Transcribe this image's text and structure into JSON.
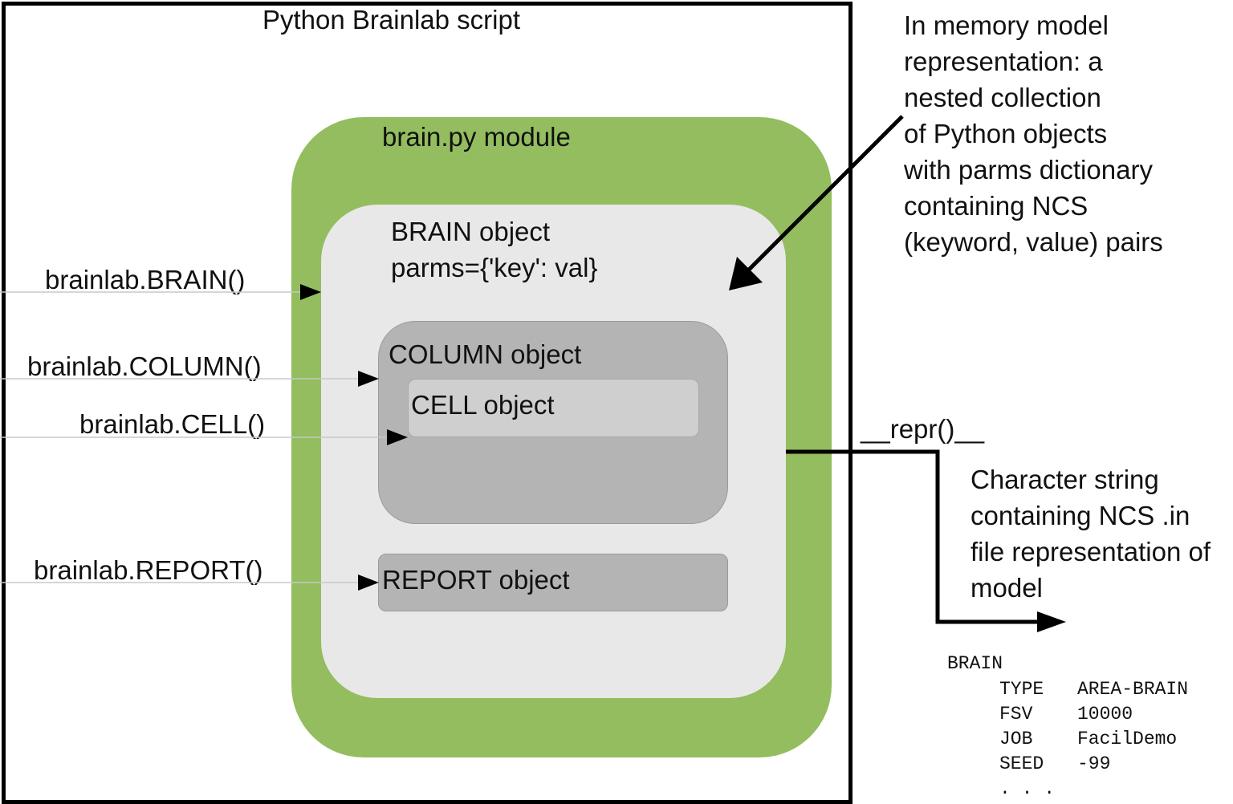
{
  "script_title": "Python Brainlab script",
  "module_label": "brain.py module",
  "brain_box": {
    "title": "BRAIN object",
    "parms": "parms={'key': val}"
  },
  "column_label": "COLUMN object",
  "cell_label": "CELL object",
  "report_label": "REPORT object",
  "calls": {
    "brain": "brainlab.BRAIN()",
    "column": "brainlab.COLUMN()",
    "cell": "brainlab.CELL()",
    "report": "brainlab.REPORT()"
  },
  "memory_note": [
    "In memory model",
    "representation:  a",
    "nested collection",
    "of Python objects",
    "with parms dictionary",
    "containing NCS",
    "(keyword, value) pairs"
  ],
  "repr_label": "__repr()__",
  "output_note": [
    "Character string",
    "containing NCS .in",
    "file representation of",
    "model"
  ],
  "ncs_output": {
    "header": "BRAIN",
    "rows": [
      {
        "key": "TYPE",
        "value": "AREA-BRAIN"
      },
      {
        "key": "FSV",
        "value": "10000"
      },
      {
        "key": "JOB",
        "value": "FacilDemo"
      },
      {
        "key": "SEED",
        "value": "-99"
      }
    ],
    "ellipsis": ". . ."
  },
  "colors": {
    "module_fill": "#93bd5e",
    "brain_fill": "#e8e8e8",
    "column_fill": "#b4b4b4",
    "cell_fill": "#cfcfcf",
    "report_fill": "#b4b4b4"
  }
}
